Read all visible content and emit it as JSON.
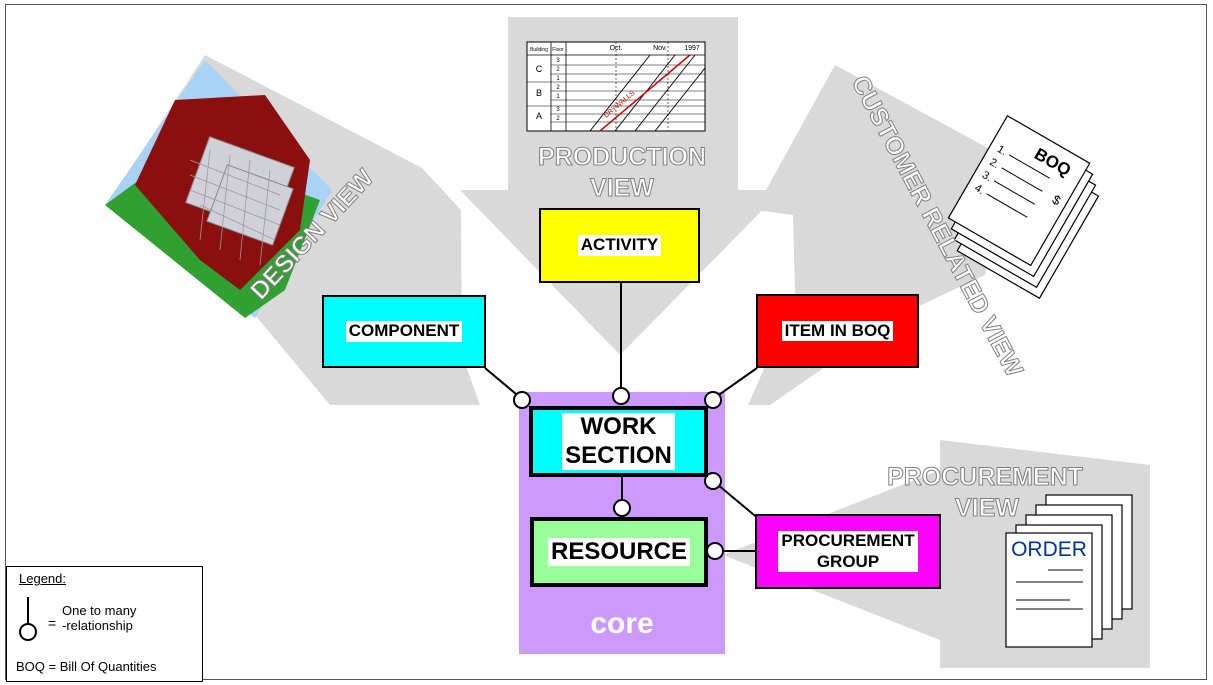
{
  "views": {
    "design": "DESIGN VIEW",
    "production_line1": "PRODUCTION",
    "production_line2": "VIEW",
    "customer": "CUSTOMER RELATED VIEW",
    "procurement_line1": "PROCUREMENT",
    "procurement_line2": "VIEW"
  },
  "boxes": {
    "component": "COMPONENT",
    "activity": "ACTIVITY",
    "item_in_boq": "ITEM IN BOQ",
    "work_section_line1": "WORK",
    "work_section_line2": "SECTION",
    "resource": "RESOURCE",
    "procurement_group_line1": "PROCUREMENT",
    "procurement_group_line2": "GROUP"
  },
  "core_label": "core",
  "schedule": {
    "headers": [
      "Building",
      "Floor",
      "Oct.",
      "Nov.",
      "1997"
    ],
    "buildings": [
      "C",
      "B",
      "A"
    ],
    "floors": [
      "3",
      "2",
      "1",
      "2",
      "1",
      "3",
      "2"
    ],
    "annotation": "DRYWALLS"
  },
  "boq_doc": {
    "title": "BOQ",
    "currency": "$",
    "items": [
      "1.",
      "2.",
      "3.",
      "4."
    ]
  },
  "order_doc": {
    "title": "ORDER"
  },
  "legend": {
    "title": "Legend:",
    "equals": "=",
    "relation_line1": "One to many",
    "relation_line2": "-relationship",
    "abbreviation": "BOQ = Bill Of Quantities"
  },
  "colors": {
    "arrow": "#d9d9d9",
    "core": "#cc99ff",
    "component": "#00ffff",
    "activity": "#ffff00",
    "item_in_boq": "#ff0000",
    "work_section": "#00ffff",
    "resource": "#99ff99",
    "procurement_group": "#ff00ff"
  }
}
